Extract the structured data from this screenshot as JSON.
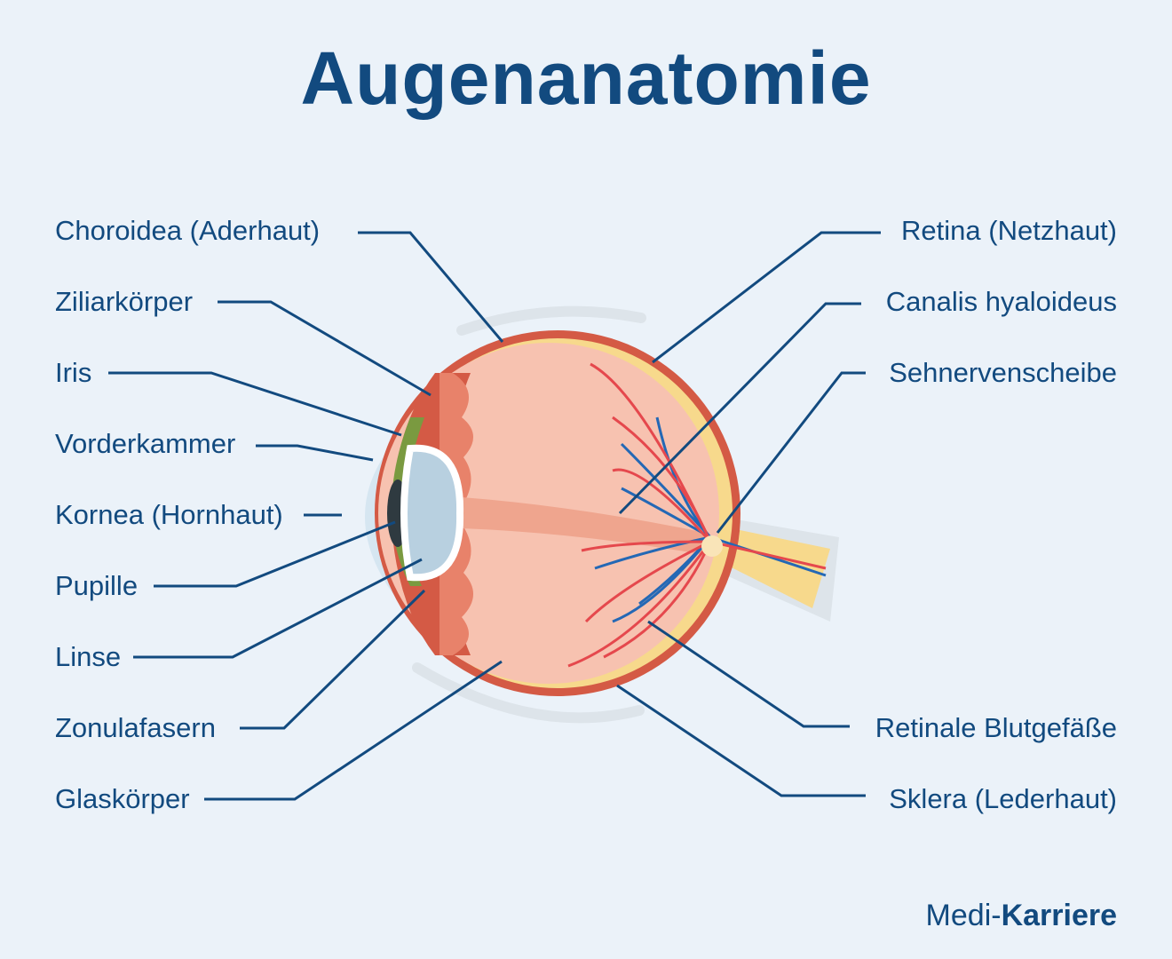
{
  "title": "Augenanatomie",
  "labels_left": [
    {
      "id": "choroidea",
      "text": "Choroidea (Aderhaut)"
    },
    {
      "id": "ziliarkoerper",
      "text": "Ziliarkörper"
    },
    {
      "id": "iris",
      "text": "Iris"
    },
    {
      "id": "vorderkammer",
      "text": "Vorderkammer"
    },
    {
      "id": "kornea",
      "text": "Kornea (Hornhaut)"
    },
    {
      "id": "pupille",
      "text": "Pupille"
    },
    {
      "id": "linse",
      "text": "Linse"
    },
    {
      "id": "zonulafasern",
      "text": "Zonulafasern"
    },
    {
      "id": "glaskoerper",
      "text": "Glaskörper"
    }
  ],
  "labels_right": [
    {
      "id": "retina",
      "text": "Retina (Netzhaut)"
    },
    {
      "id": "canalis",
      "text": "Canalis hyaloideus"
    },
    {
      "id": "sehnervenscheibe",
      "text": "Sehnervenscheibe"
    },
    {
      "id": "blutgefaesse",
      "text": "Retinale Blutgefäße"
    },
    {
      "id": "sklera",
      "text": "Sklera (Lederhaut)"
    }
  ],
  "brand": {
    "prefix": "Medi-",
    "suffix": "Karriere"
  },
  "colors": {
    "background": "#ebf2f9",
    "primary": "#124a7f",
    "sclera": "#d45a45",
    "retina": "#f7d98c",
    "vitreous": "#f7c2b0",
    "iris": "#7a9a40",
    "lens": "#b8d0e0",
    "artery": "#e5484d",
    "vein": "#2468b5"
  }
}
